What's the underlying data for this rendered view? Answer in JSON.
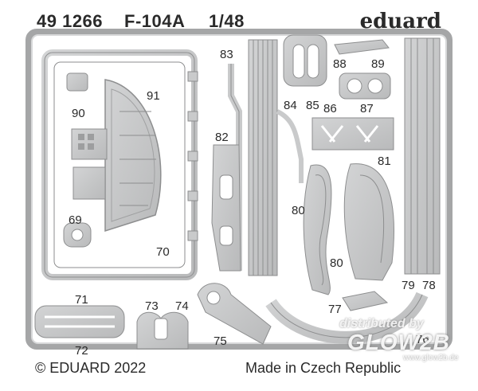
{
  "header": {
    "catalog_number": "49 1266",
    "model_name": "F-104A",
    "scale": "1/48",
    "brand": "eduard"
  },
  "part_numbers": {
    "p69": "69",
    "p70": "70",
    "p71": "71",
    "p72": "72",
    "p73": "73",
    "p74": "74",
    "p75": "75",
    "p76": "76",
    "p77": "77",
    "p78": "78",
    "p79": "79",
    "p80a": "80",
    "p80b": "80",
    "p81": "81",
    "p82": "82",
    "p83": "83",
    "p84": "84",
    "p85": "85",
    "p86": "86",
    "p87": "87",
    "p88": "88",
    "p89": "89",
    "p90": "90",
    "p91": "91"
  },
  "footer": {
    "copyright": "© EDUARD 2022",
    "origin": "Made in Czech Republic"
  },
  "watermark": {
    "line1": "distributed by",
    "line2": "GLOW2B",
    "line3": "www.glow2b.de"
  },
  "colors": {
    "background": "#ffffff",
    "metal": "#c9cacb",
    "metal_dark": "#a9aaab",
    "outline": "#8d8e8f",
    "text": "#2a2a2a"
  }
}
